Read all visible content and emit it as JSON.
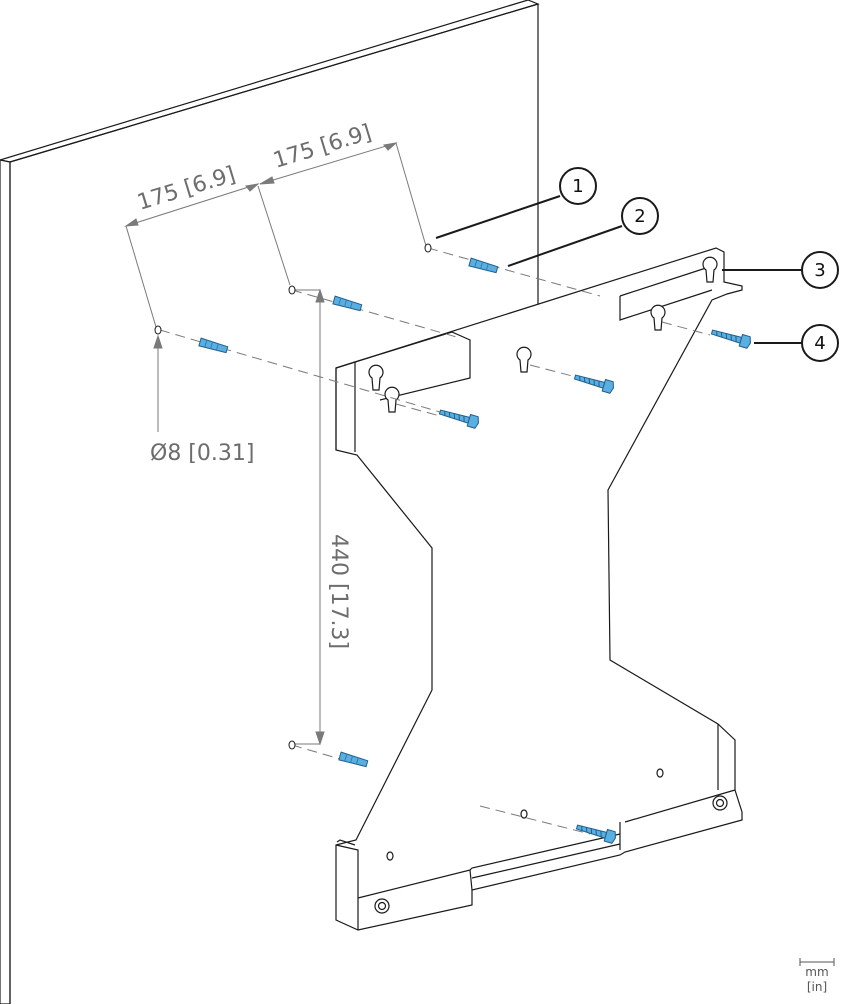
{
  "dimensions": {
    "spacing_left": "175 [6.9]",
    "spacing_right": "175 [6.9]",
    "hole_diameter": "Ø8 [0.31]",
    "vertical_spacing": "440 [17.3]"
  },
  "callouts": [
    {
      "label": "1",
      "part": "drill-hole"
    },
    {
      "label": "2",
      "part": "wall-anchor"
    },
    {
      "label": "3",
      "part": "mounting-bracket"
    },
    {
      "label": "4",
      "part": "lag-bolt"
    }
  ],
  "units": {
    "primary": "mm",
    "secondary": "[in]"
  },
  "colors": {
    "fastener": "#5aaee0",
    "fastener_dark": "#2f7fb4",
    "line": "#1a1a1a",
    "dimension": "#7a7a7a",
    "wall": "#ffffff"
  }
}
